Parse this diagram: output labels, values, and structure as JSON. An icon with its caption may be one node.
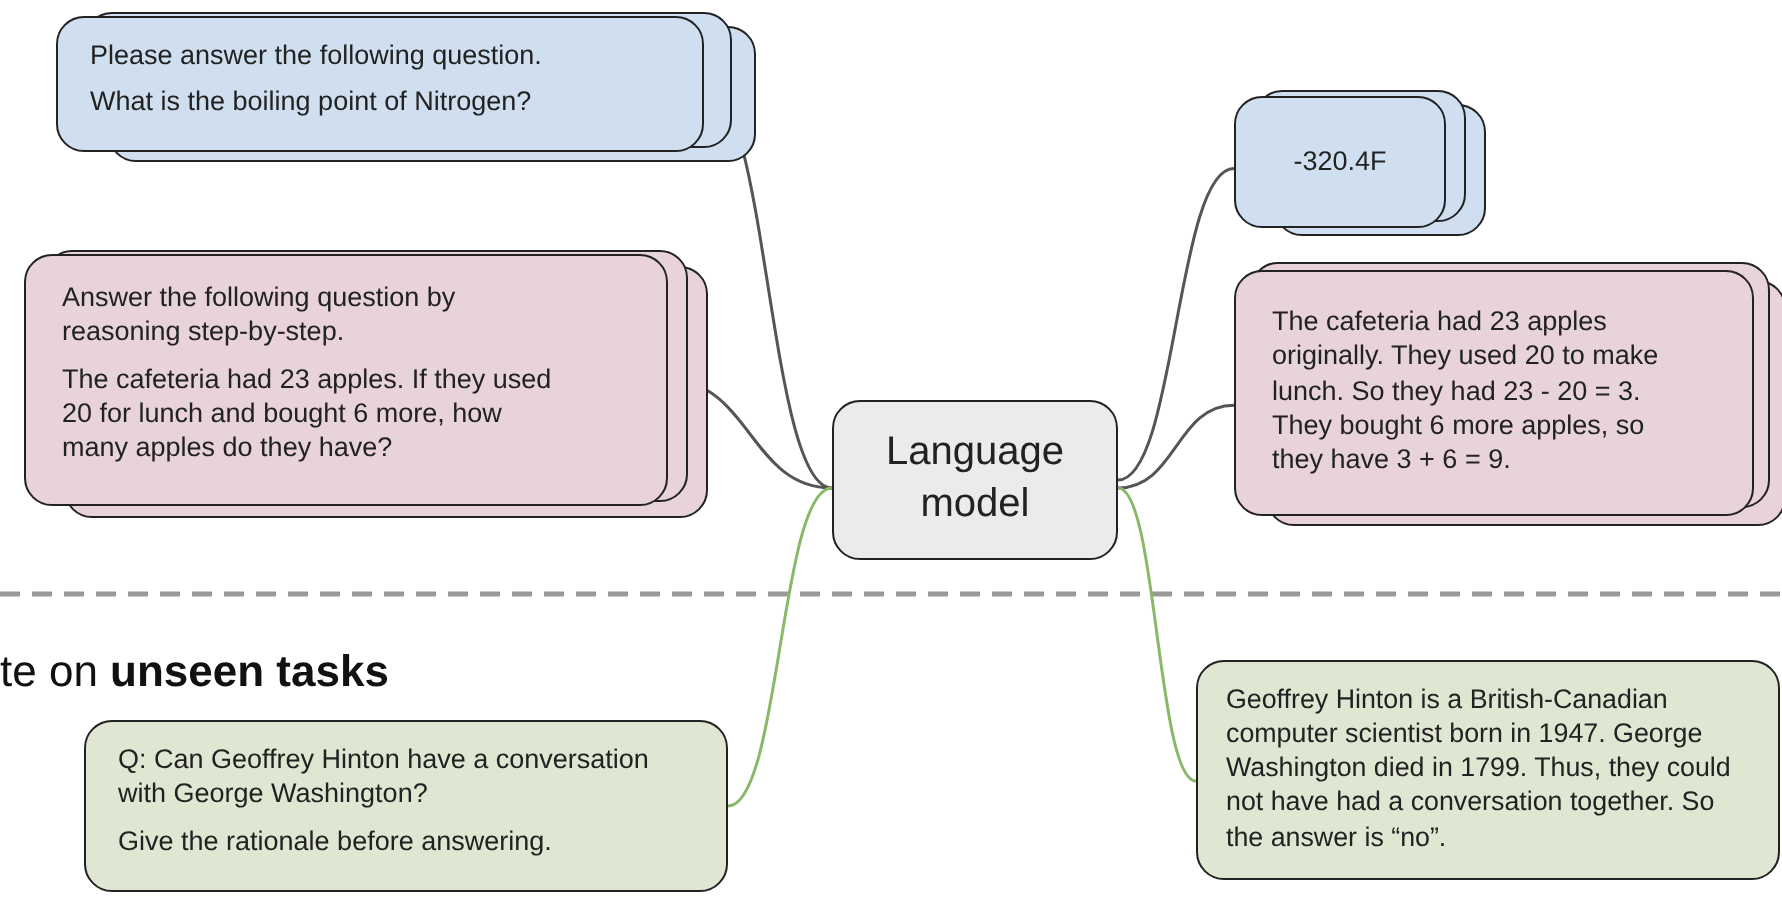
{
  "diagram": {
    "nodes": [
      {
        "text": [
          "Please answer the following question.",
          "What is the boiling point of Nitrogen?"
        ]
      },
      {
        "text": [
          "Answer the following question by reasoning step-by-step.",
          "The cafeteria had 23 apples. If they used 20 for lunch and bought 6 more, how many apples do they have?"
        ]
      },
      {
        "text": [
          "Language model"
        ]
      },
      {
        "text": [
          "-320.4F"
        ]
      },
      {
        "text": [
          "The cafeteria had 23 apples originally. They used 20 to make lunch. So they had 23 - 20 = 3. They bought 6 more apples, so they have 3 + 6 = 9."
        ]
      },
      {
        "text": [
          "Q: Can Geoffrey Hinton have a conversation with George Washington?",
          "Give the rationale before answering."
        ]
      },
      {
        "text": [
          "Geoffrey Hinton is a British-Canadian computer scientist born in 1947. George Washington died in 1799. Thus, they could not have had a conversation together. So the answer is “no”."
        ]
      }
    ],
    "edges": [
      {
        "from": 0,
        "to": 2,
        "arrow": "none"
      },
      {
        "from": 1,
        "to": 2,
        "arrow": "none"
      },
      {
        "from": 2,
        "to": 3,
        "arrow": "none"
      },
      {
        "from": 2,
        "to": 4,
        "arrow": "none"
      },
      {
        "from": 5,
        "to": 2,
        "arrow": "none",
        "color": "#8ab86a"
      },
      {
        "from": 2,
        "to": 6,
        "arrow": "none",
        "color": "#8ab86a"
      }
    ],
    "labels": [
      "te on **unseen tasks**"
    ]
  }
}
